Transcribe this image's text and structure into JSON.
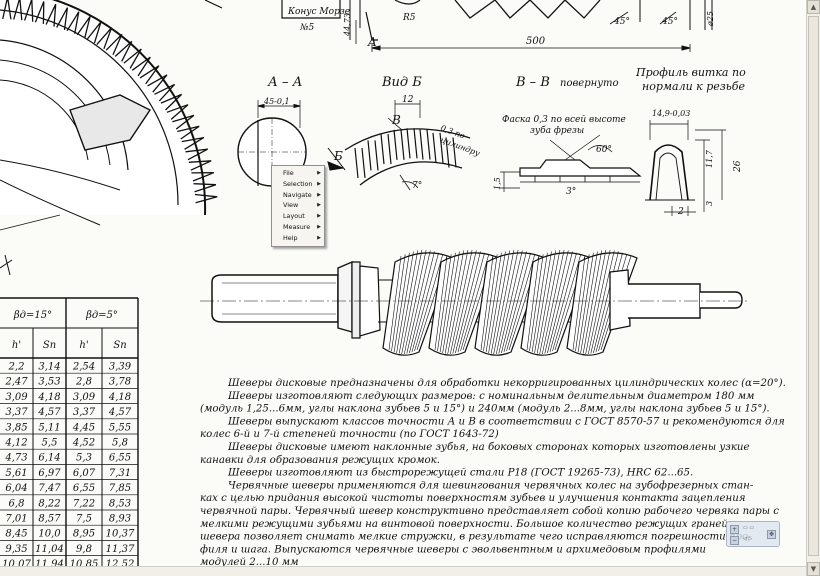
{
  "context_menu": {
    "items": [
      {
        "label": "File",
        "has_submenu": true
      },
      {
        "label": "Selection",
        "has_submenu": true
      },
      {
        "label": "Navigate",
        "has_submenu": true
      },
      {
        "label": "View",
        "has_submenu": true
      },
      {
        "label": "Layout",
        "has_submenu": true
      },
      {
        "label": "Measure",
        "has_submenu": true
      },
      {
        "label": "Help",
        "has_submenu": true
      }
    ],
    "submenu_icon": "triangle-right-icon"
  },
  "drawing": {
    "top": {
      "morse": "Конус Морзе",
      "number": "№5",
      "d1": "44,73",
      "r5": "R5",
      "a_mark": "A",
      "len500": "500",
      "ang1": "45°",
      "ang2": "45°",
      "dia": "ø25"
    },
    "section_aa": {
      "title": "А – А",
      "dim": "45-0,1"
    },
    "view_b": {
      "title": "Вид Б",
      "dim": "12",
      "mark": "В",
      "angle": "7°"
    },
    "section_vv": {
      "title": "В – В",
      "subtitle": "повернуто",
      "chamfer1": "Фаска 0,3 по всей высоте",
      "chamfer2": "зуба фрезы",
      "a1": "60°",
      "a2": "3°",
      "h": "1,5",
      "c1": "0,3 по",
      "c2": "цилиндру"
    },
    "profile": {
      "title1": "Профиль витка по",
      "title2": "нормали к резьбе",
      "w": "14,9-0,03",
      "h1": "11,7",
      "h2": "26",
      "b": "2",
      "s": "3"
    },
    "b_mark": "Б",
    "table": {
      "group1": "βд=15°",
      "group2": "βд=5°",
      "headers": [
        "h'",
        "Sп",
        "h'",
        "Sп"
      ],
      "rows": [
        [
          "2,2",
          "3,14",
          "2,54",
          "3,39"
        ],
        [
          "2,47",
          "3,53",
          "2,8",
          "3,78"
        ],
        [
          "3,09",
          "4,18",
          "3,09",
          "4,18"
        ],
        [
          "3,37",
          "4,57",
          "3,37",
          "4,57"
        ],
        [
          "3,85",
          "5,11",
          "4,45",
          "5,55"
        ],
        [
          "4,12",
          "5,5",
          "4,52",
          "5,8"
        ],
        [
          "4,73",
          "6,14",
          "5,3",
          "6,55"
        ],
        [
          "5,61",
          "6,97",
          "6,07",
          "7,31"
        ],
        [
          "6,04",
          "7,47",
          "6,55",
          "7,85"
        ],
        [
          "6,8",
          "8,22",
          "7,22",
          "8,53"
        ],
        [
          "7,01",
          "8,57",
          "7,5",
          "8,93"
        ],
        [
          "8,45",
          "10,0",
          "8,95",
          "10,37"
        ],
        [
          "9,35",
          "11,04",
          "9,8",
          "11,37"
        ],
        [
          "10,07",
          "11,94",
          "10,85",
          "12,52"
        ]
      ]
    },
    "notes": [
      "Шеверы дисковые предназначены для обработки некорригированных цилиндрических колес (α=20°).",
      "Шеверы изготовляют следующих размеров: с номинальным делительным диаметром 180 мм",
      "(модуль 1,25...6мм, углы наклона зубьев 5 и 15°) и 240мм (модуль 2...8мм, углы наклона зубьев 5 и 15°).",
      "Шеверы выпускают классов точности А и В в соответствии с ГОСТ 8570-57 и рекомендуются для",
      "колес 6-й и 7-й степеней точности (по ГОСТ 1643-72)",
      "Шеверы дисковые имеют наклонные зубья, на боковых сторонах которых изготовлены узкие",
      "канавки для образования режущих кромок.",
      "Шеверы изготовляют из быстрорежущей стали Р18 (ГОСТ 19265-73), HRC 62...65.",
      "Червячные шеверы применяются для шевингования червячных колес на зубофрезерных стан-",
      "ках с целью придания высокой чистоты поверхностям зубьев и улучшения контакта зацепления",
      "червячной пары. Червячный шевер конструктивно представляет собой копию рабочего червяка пары с",
      "мелкими режущими зубьями на винтовой поверхности. Большое количество режущих граней",
      "шевера позволяет снимать мелкие стружки, в результате чего исправляются погрешности про-",
      "филя и шага. Выпускаются червячные шеверы с эвольвентным и архимедовым профилями",
      "модулей      2...10 мм"
    ]
  }
}
